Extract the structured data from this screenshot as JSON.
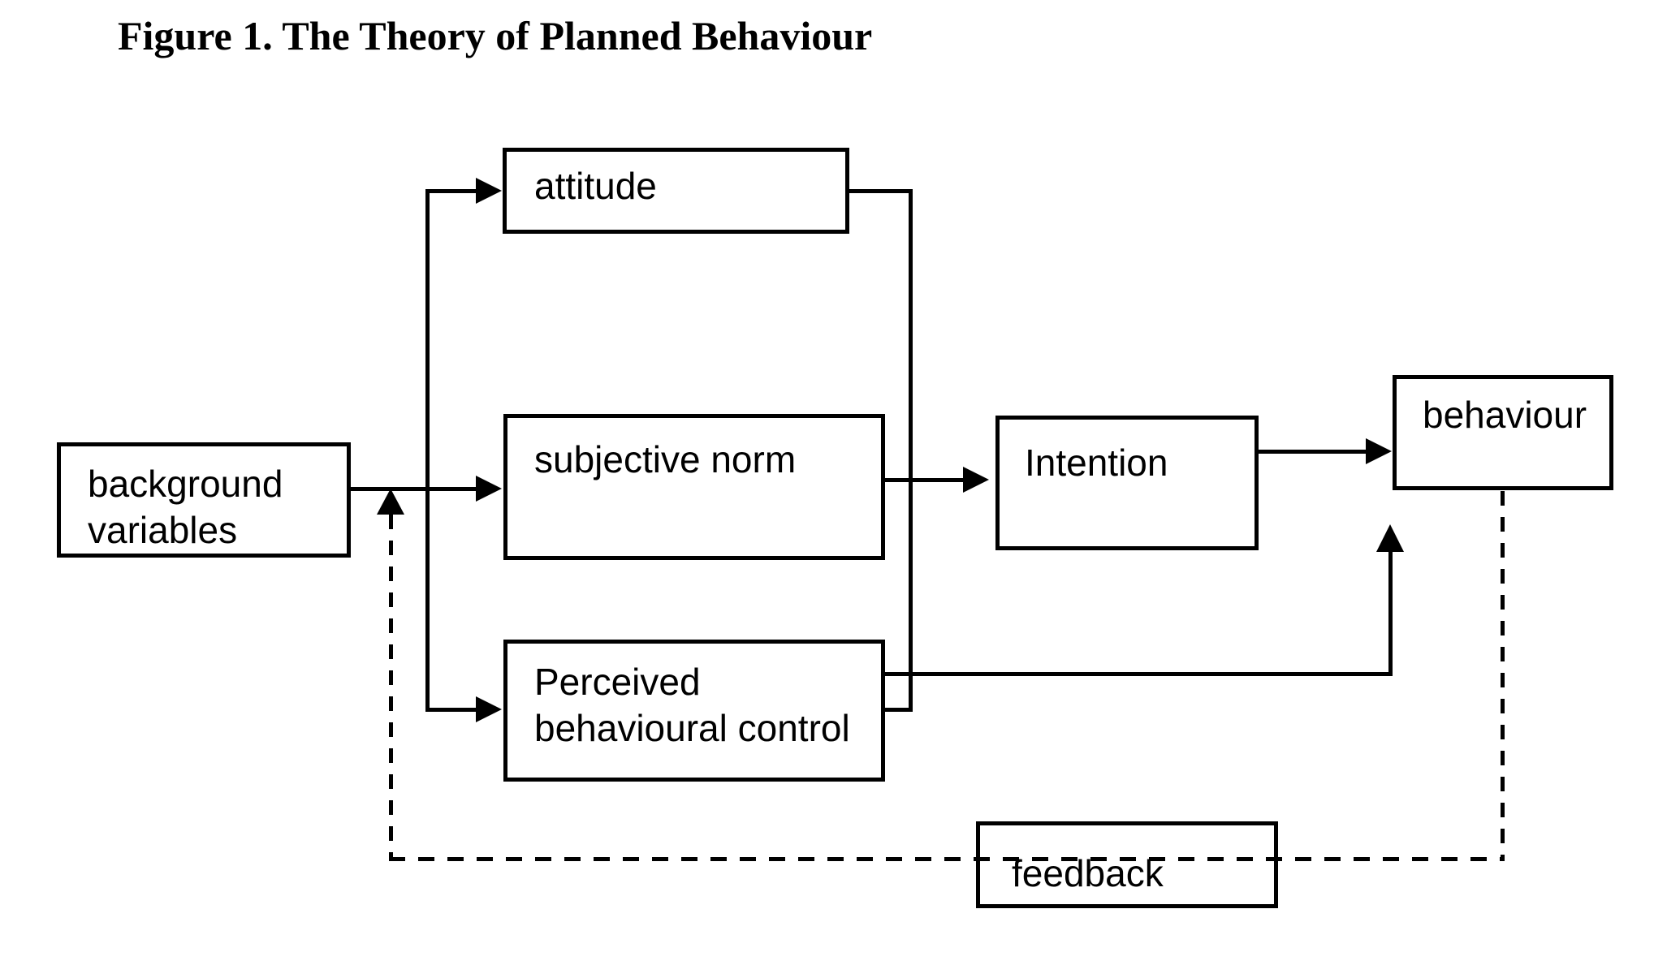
{
  "title": "Figure 1. The Theory of Planned Behaviour",
  "colors": {
    "line": "#000000",
    "background": "#ffffff"
  },
  "diagram": {
    "nodes": [
      {
        "id": "background-variables",
        "label": "background variables"
      },
      {
        "id": "attitude",
        "label": "attitude"
      },
      {
        "id": "subjective-norm",
        "label": "subjective norm"
      },
      {
        "id": "perceived-behavioural-control",
        "label": "Perceived behavioural control"
      },
      {
        "id": "intention",
        "label": "Intention"
      },
      {
        "id": "behaviour",
        "label": "behaviour"
      },
      {
        "id": "feedback",
        "label": "feedback"
      }
    ],
    "edges": [
      {
        "from": "background variables",
        "to": "attitude",
        "style": "solid-arrow"
      },
      {
        "from": "background variables",
        "to": "subjective norm",
        "style": "solid-arrow"
      },
      {
        "from": "background variables",
        "to": "Perceived behavioural control",
        "style": "solid-arrow"
      },
      {
        "from": "attitude",
        "to": "Intention",
        "style": "solid-line"
      },
      {
        "from": "subjective norm",
        "to": "Intention",
        "style": "solid-arrow"
      },
      {
        "from": "Perceived behavioural control",
        "to": "Intention",
        "style": "solid-line"
      },
      {
        "from": "Intention",
        "to": "behaviour",
        "style": "solid-arrow"
      },
      {
        "from": "Perceived behavioural control",
        "to": "behaviour",
        "style": "solid-arrow"
      },
      {
        "from": "behaviour",
        "to": "feedback",
        "style": "dashed-line"
      },
      {
        "from": "feedback",
        "to": "background variables",
        "style": "dashed-arrow"
      }
    ]
  }
}
